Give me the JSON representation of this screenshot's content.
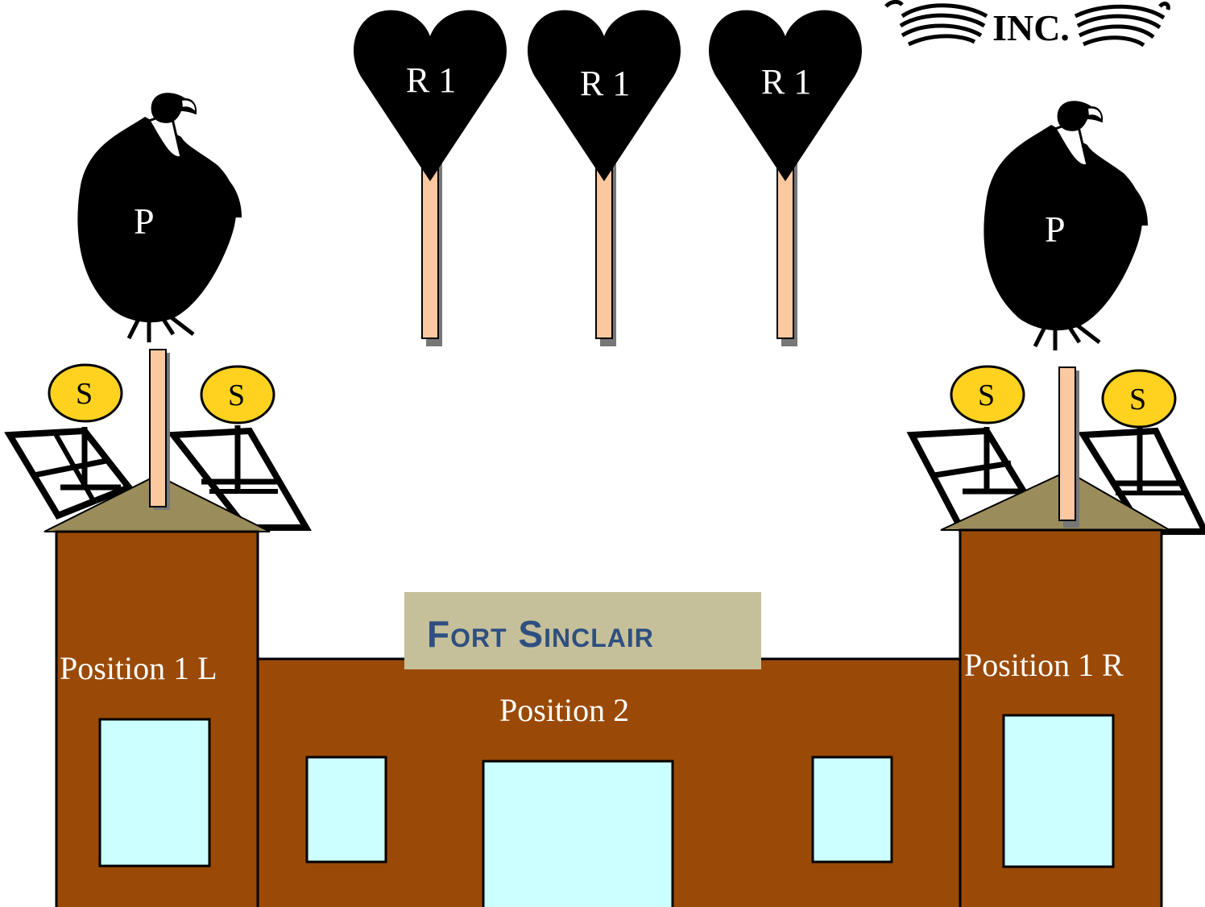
{
  "colors": {
    "building": "#9a4a06",
    "roof": "#9b8c5b",
    "window": "#ccffff",
    "pole": "#fbc8a0",
    "dish": "#ffd21f",
    "sign_bg": "#c6c09a",
    "sign_text": "#2e4f80",
    "heart": "#000000"
  },
  "logo": {
    "text": "INC."
  },
  "roof_markers": [
    {
      "label": "R 1"
    },
    {
      "label": "R 1"
    },
    {
      "label": "R 1"
    }
  ],
  "vultures": [
    {
      "label": "P",
      "icon": "vulture-icon"
    },
    {
      "label": "P",
      "icon": "vulture-icon"
    }
  ],
  "satellites": [
    {
      "label": "S"
    },
    {
      "label": "S"
    },
    {
      "label": "S"
    },
    {
      "label": "S"
    }
  ],
  "building": {
    "sign": "Fort Sinclair",
    "left_tower_label": "Position 1 L",
    "right_tower_label": "Position 1 R",
    "center_label": "Position 2"
  }
}
